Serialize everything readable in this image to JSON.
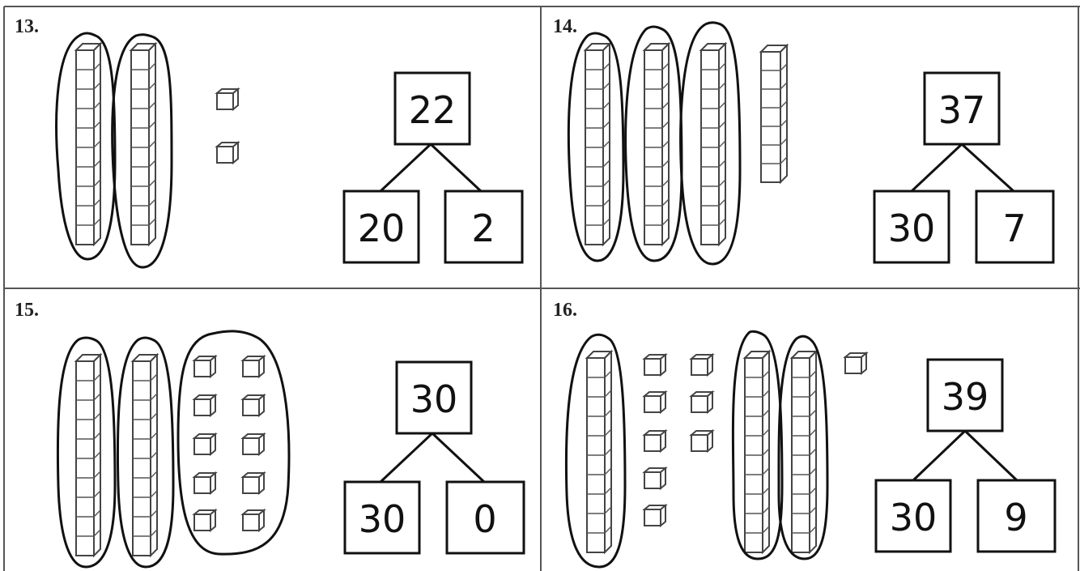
{
  "problems": [
    {
      "label": "13.",
      "whole": "22",
      "tens": "20",
      "ones": "2"
    },
    {
      "label": "14.",
      "whole": "37",
      "tens": "30",
      "ones": "7"
    },
    {
      "label": "15.",
      "whole": "30",
      "tens": "30",
      "ones": "0"
    },
    {
      "label": "16.",
      "whole": "39",
      "tens": "30",
      "ones": "9"
    }
  ]
}
